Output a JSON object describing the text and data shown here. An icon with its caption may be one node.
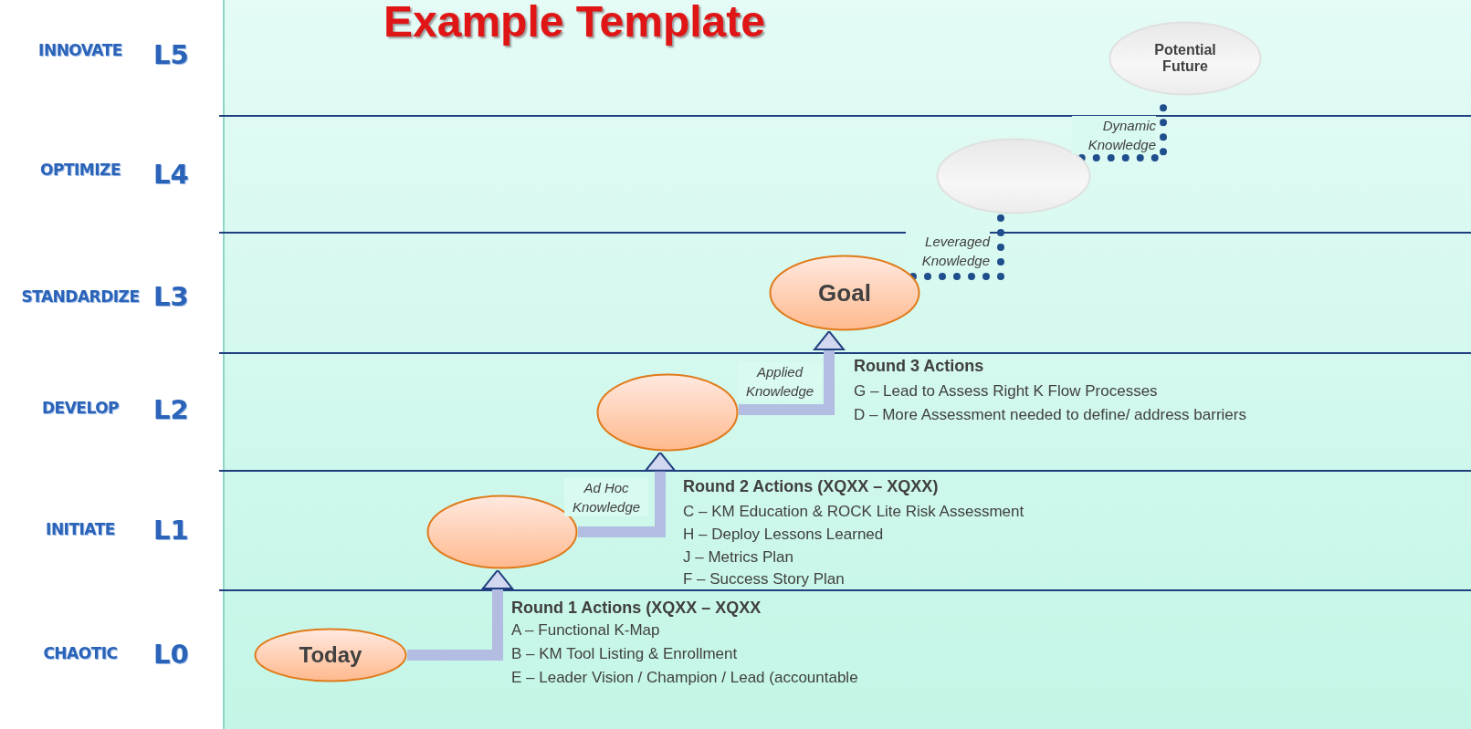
{
  "diagram": {
    "title": "Example Template",
    "nodes": [
      {
        "text": [
          "Today"
        ]
      },
      {
        "text": [],
        "shape": "ellipse"
      },
      {
        "text": [],
        "shape": "ellipse"
      },
      {
        "text": [
          "Goal"
        ]
      },
      {
        "text": [],
        "shape": "ellipse"
      },
      {
        "text": [
          "Potential Future"
        ]
      }
    ],
    "edges": [
      {
        "from": 0,
        "to": 1,
        "arrow": "to"
      },
      {
        "from": 1,
        "to": 2,
        "arrow": "to",
        "label": "Ad Hoc Knowledge"
      },
      {
        "from": 2,
        "to": 3,
        "arrow": "to",
        "label": "Applied Knowledge"
      },
      {
        "from": 3,
        "to": 4,
        "arrow": "none",
        "style": "dashed",
        "color": "#1f4e8c",
        "label": "Leveraged Knowledge"
      },
      {
        "from": 4,
        "to": 5,
        "arrow": "none",
        "style": "dashed",
        "color": "#1f4e8c",
        "label": "Dynamic Knowledge"
      }
    ],
    "labels": [
      "INNOVATE",
      "L5",
      "OPTIMIZE",
      "L4",
      "STANDARDIZE",
      "L3",
      "DEVELOP",
      "L2",
      "Round 3 Actions",
      "G – Lead to Assess Right K Flow Processes",
      "D – More Assessment needed to define/ address barriers",
      "INITIATE",
      "L1",
      "Round 2 Actions (XQXX – XQXX)",
      "C – KM Education & ROCK Lite Risk Assessment",
      "H – Deploy Lessons Learned",
      "J – Metrics Plan",
      "F – Success Story Plan",
      "CHAOTIC",
      "L0",
      "Round 1 Actions (XQXX – XQXX",
      "A – Functional K-Map",
      "B – KM Tool Listing & Enrollment",
      "E – Leader Vision / Champion / Lead (accountable"
    ]
  }
}
